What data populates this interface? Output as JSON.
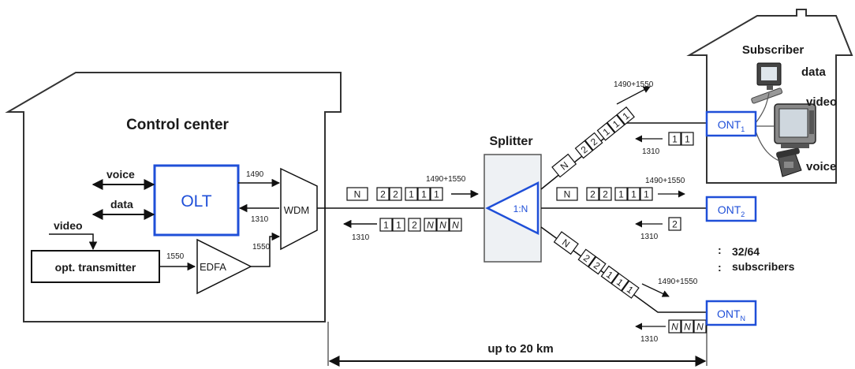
{
  "control": {
    "title": "Control center",
    "olt": "OLT",
    "wdm": "WDM",
    "edfa": "EDFA",
    "transmitter": "opt. transmitter",
    "voice": "voice",
    "data": "data",
    "video": "video",
    "wl_1490": "1490",
    "wl_1310": "1310",
    "wl_1550_edfa": "1550",
    "wl_1550_wdm": "1550"
  },
  "feeder": {
    "down_label": "1490+1550",
    "up_label": "1310",
    "down_packets": [
      "N",
      "2",
      "2",
      "1",
      "1",
      "1"
    ],
    "up_packets": [
      "1",
      "1",
      "2",
      "N",
      "N",
      "N"
    ]
  },
  "splitter": {
    "title": "Splitter",
    "ratio": "1:N"
  },
  "branch1": {
    "down_label": "1490+1550",
    "up_label": "1310",
    "down_packets": [
      "N",
      "2",
      "2",
      "1",
      "1",
      "1"
    ],
    "up_packets": [
      "1",
      "1"
    ]
  },
  "branch2": {
    "down_label": "1490+1550",
    "up_label": "1310",
    "down_packets": [
      "N",
      "2",
      "2",
      "1",
      "1",
      "1"
    ],
    "up_packets": [
      "2"
    ]
  },
  "branchN": {
    "down_label": "1490+1550",
    "up_label": "1310",
    "down_packets": [
      "N",
      "2",
      "2",
      "1",
      "1",
      "1"
    ],
    "up_packets": [
      "N",
      "N",
      "N"
    ]
  },
  "subscriber": {
    "title": "Subscriber",
    "data": "data",
    "video": "video",
    "voice": "voice"
  },
  "onts": [
    {
      "base": "ONT",
      "sub": "1"
    },
    {
      "base": "ONT",
      "sub": "2"
    },
    {
      "base": "ONT",
      "sub": "N"
    }
  ],
  "dots": ":",
  "subscriber_count": "32/64",
  "subscriber_count_label": "subscribers",
  "distance": "up to 20 km"
}
